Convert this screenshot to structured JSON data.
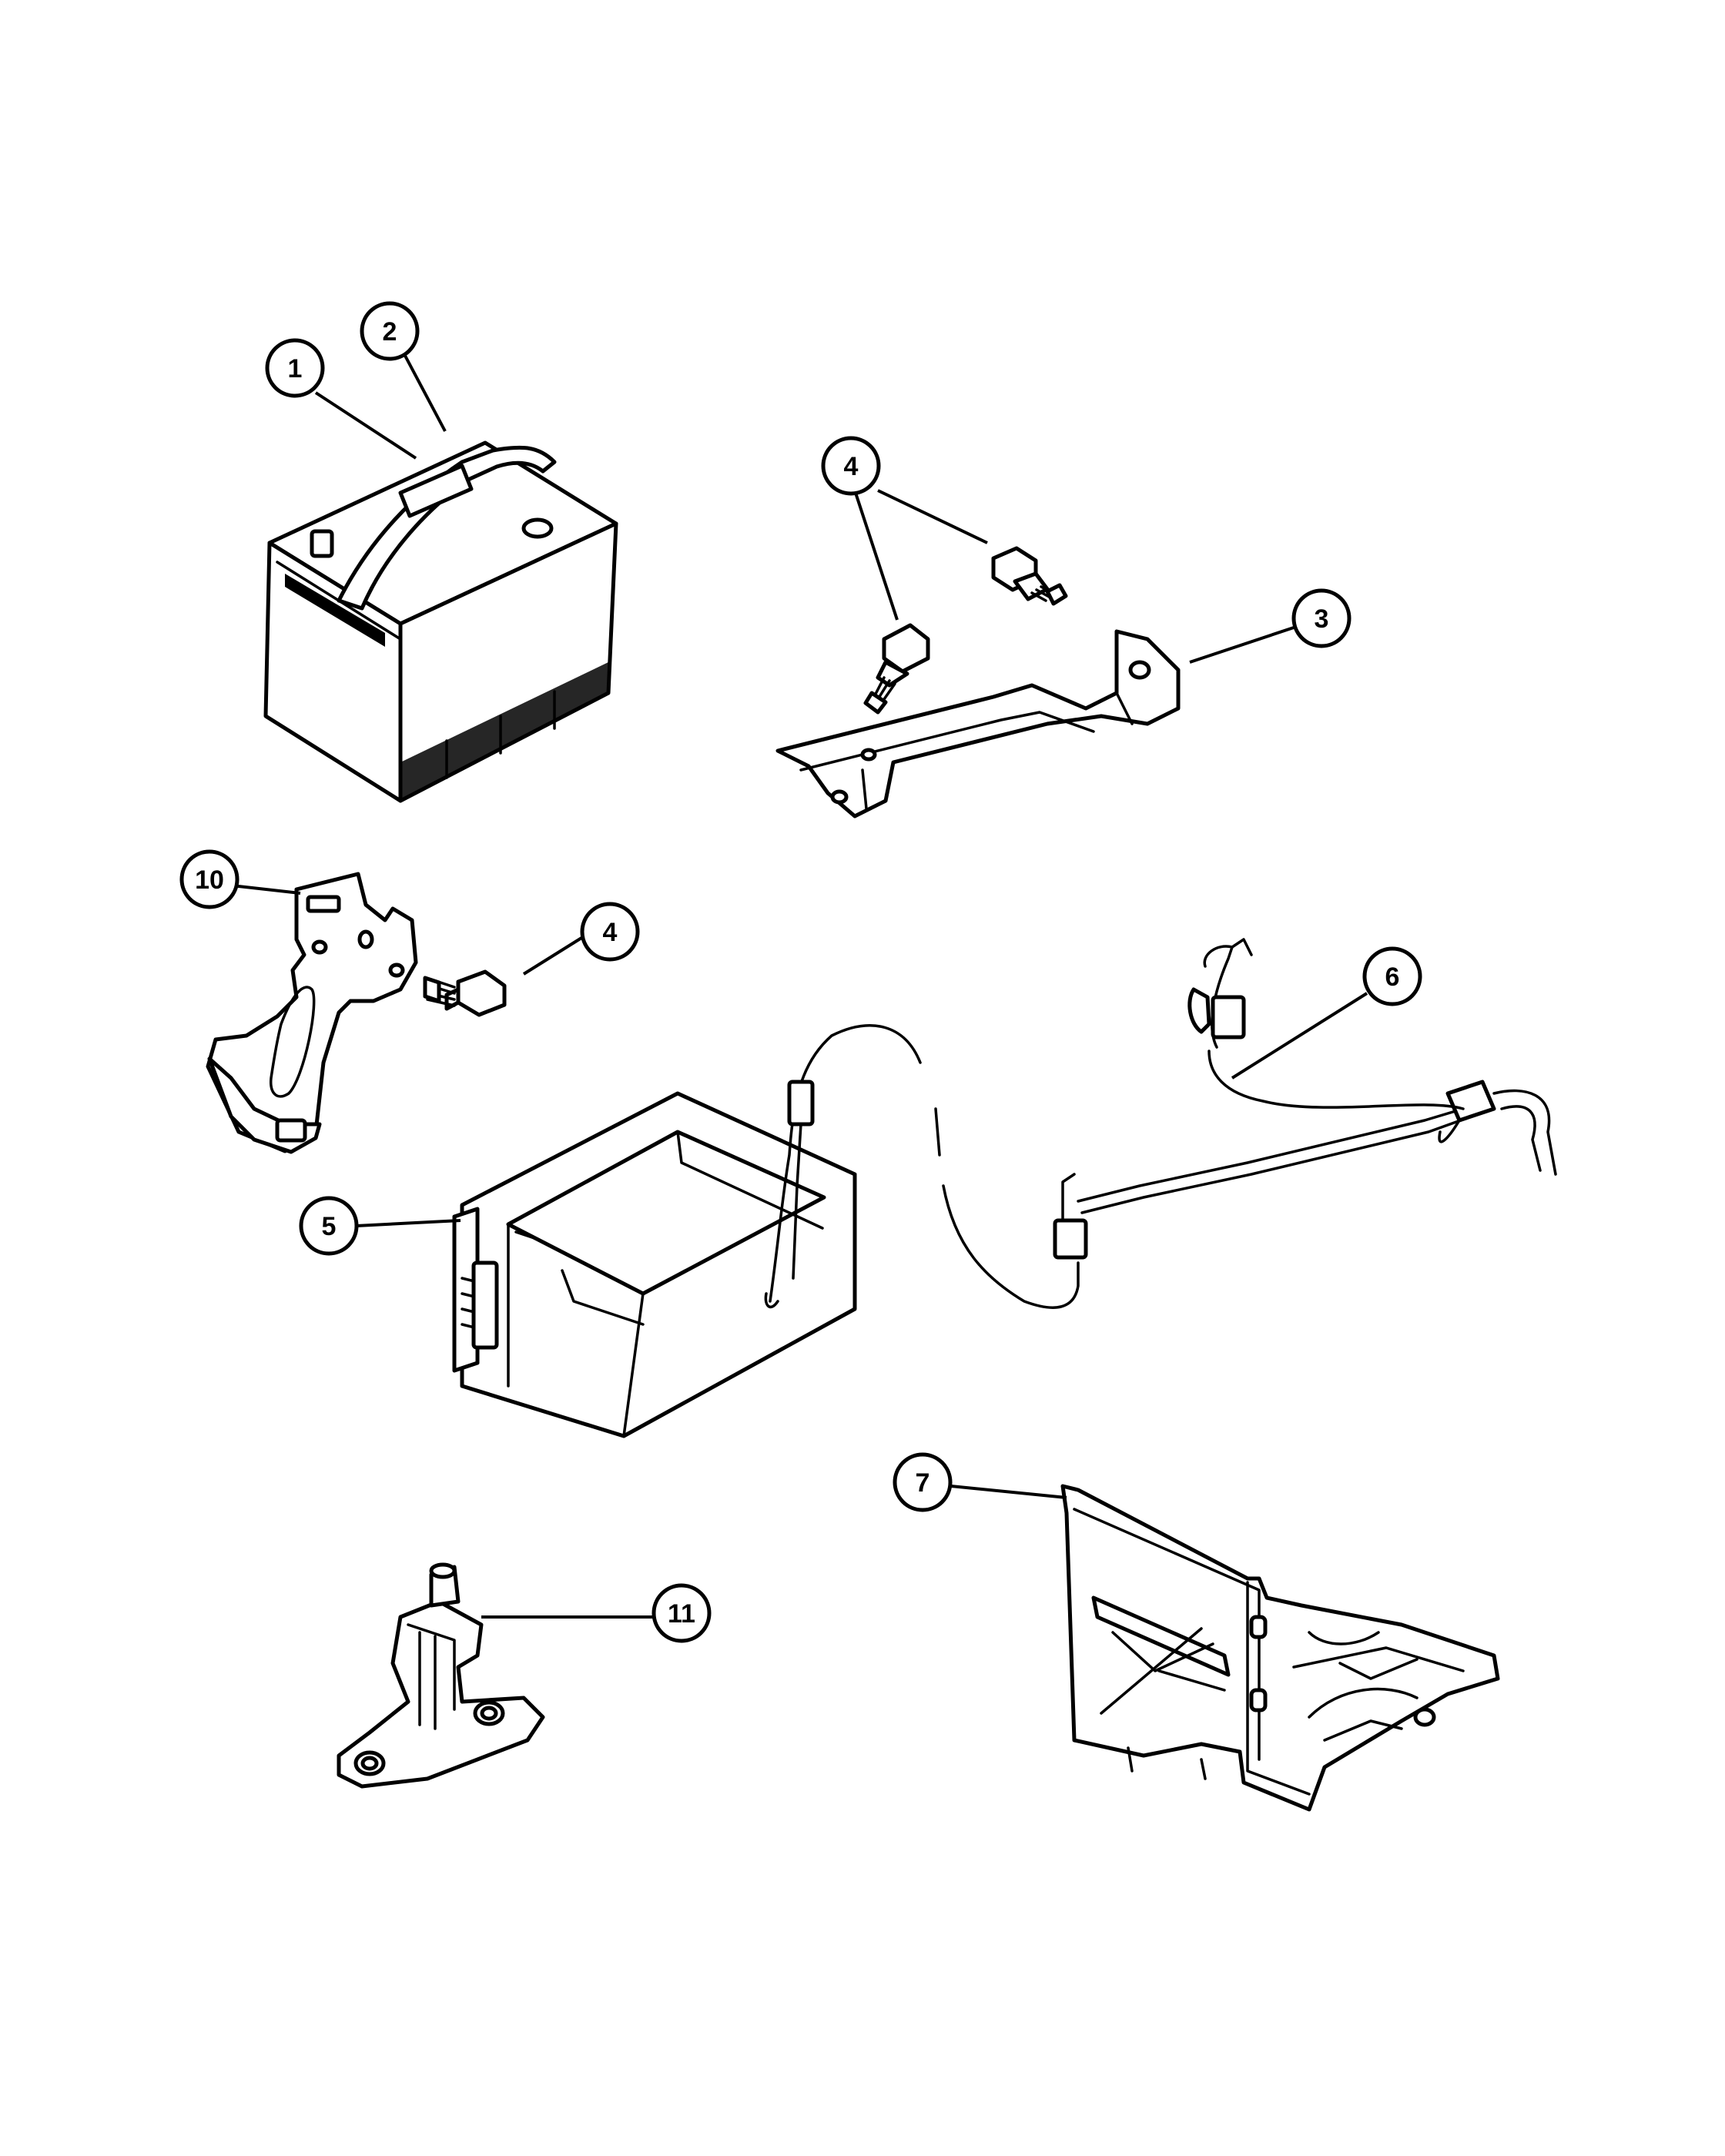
{
  "callouts": {
    "c1": "1",
    "c2": "2",
    "c3": "3",
    "c4a": "4",
    "c4b": "4",
    "c5": "5",
    "c6": "6",
    "c7": "7",
    "c10": "10",
    "c11": "11"
  }
}
